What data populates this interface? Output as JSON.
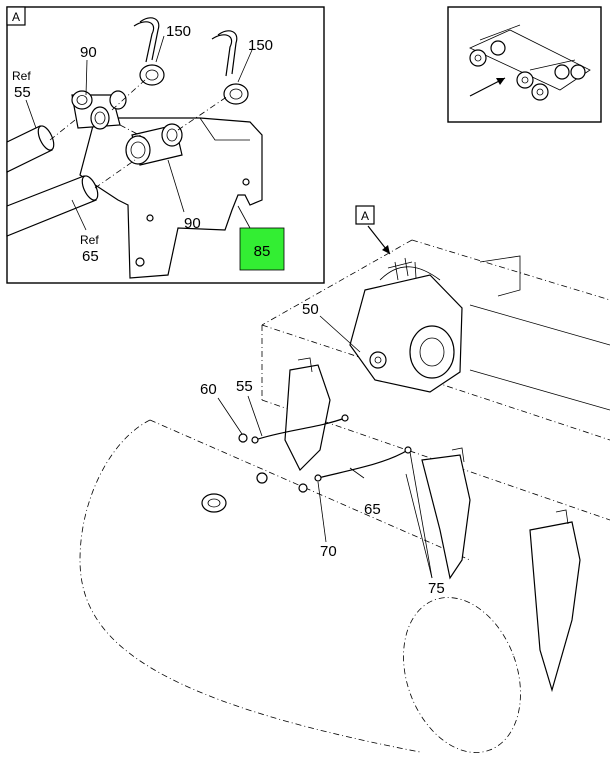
{
  "view_tags": {
    "inset_tag": "A",
    "main_tag": "A"
  },
  "callouts": {
    "c90_top": "90",
    "c150_a": "150",
    "c150_b": "150",
    "c90_bottom": "90",
    "c85": "85",
    "ref_word_55": "Ref",
    "ref_num_55": "55",
    "ref_word_65": "Ref",
    "ref_num_65": "65",
    "c50": "50",
    "c60": "60",
    "c55": "55",
    "c65": "65",
    "c70": "70",
    "c75": "75"
  },
  "colors": {
    "highlight": "#33ee33",
    "line": "#000000"
  }
}
